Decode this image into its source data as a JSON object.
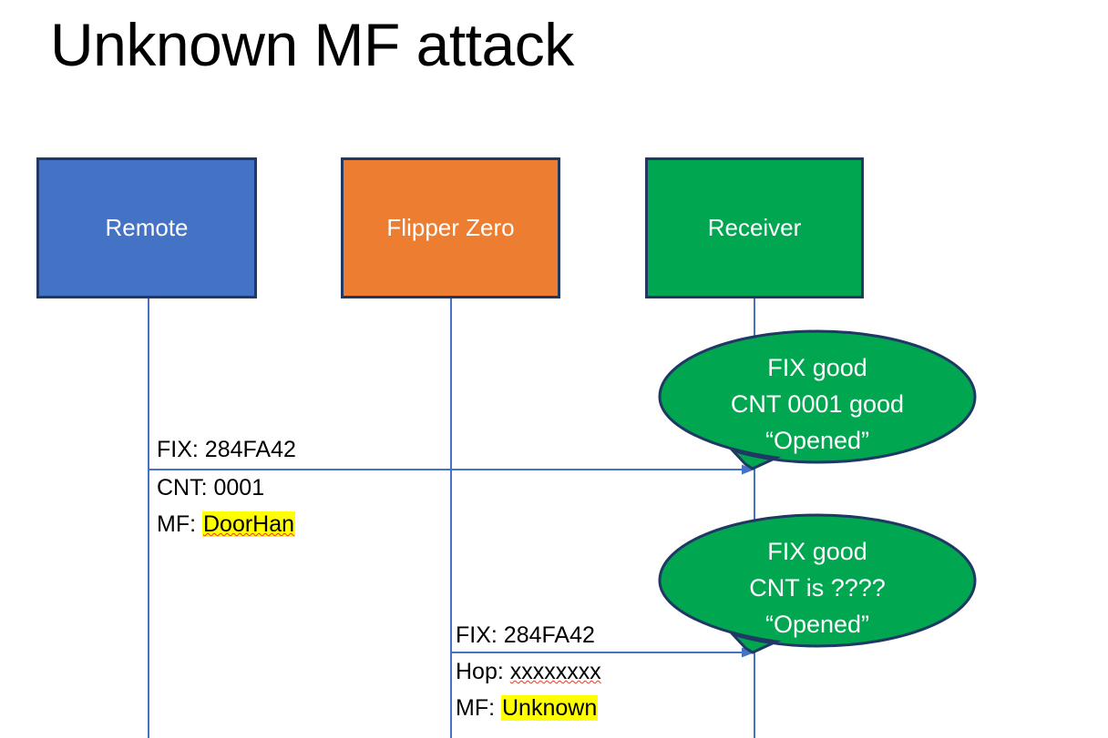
{
  "slide": {
    "title": "Unknown MF attack",
    "background": "#FFFFFF"
  },
  "colors": {
    "remote": "#4472C4",
    "flipper": "#ED7D31",
    "receiver": "#00A650",
    "border": "#1F3864",
    "arrow": "#4472C4",
    "highlight": "#FFFF00",
    "spellcheck_underline": "#E03A2F",
    "callout_fill": "#00A650",
    "callout_text": "#FFFFFF"
  },
  "actors": [
    {
      "id": "remote",
      "label": "Remote"
    },
    {
      "id": "flipper",
      "label": "Flipper Zero"
    },
    {
      "id": "receiver",
      "label": "Receiver"
    }
  ],
  "messages": [
    {
      "id": "message-1",
      "from": "remote",
      "to": "receiver",
      "lines": [
        {
          "label": "FIX: ",
          "value": "284FA42",
          "highlight": false,
          "spellcheck_flag": false
        },
        {
          "label": "CNT: ",
          "value": "0001",
          "highlight": false,
          "spellcheck_flag": false
        },
        {
          "label": "MF: ",
          "value": "DoorHan",
          "highlight": true,
          "spellcheck_flag": true
        }
      ]
    },
    {
      "id": "message-2",
      "from": "flipper",
      "to": "receiver",
      "lines": [
        {
          "label": "FIX: ",
          "value": "284FA42",
          "highlight": false,
          "spellcheck_flag": false
        },
        {
          "label": "Hop: ",
          "value": "xxxxxxxx",
          "highlight": false,
          "spellcheck_flag": true
        },
        {
          "label": "MF: ",
          "value": "Unknown",
          "highlight": true,
          "spellcheck_flag": false
        }
      ]
    }
  ],
  "callouts": [
    {
      "id": "callout-1",
      "attached_to": "message-1",
      "lines": [
        "FIX good",
        "CNT 0001 good",
        "“Opened”"
      ]
    },
    {
      "id": "callout-2",
      "attached_to": "message-2",
      "lines": [
        "FIX good",
        "CNT is ????",
        "“Opened”"
      ]
    }
  ]
}
